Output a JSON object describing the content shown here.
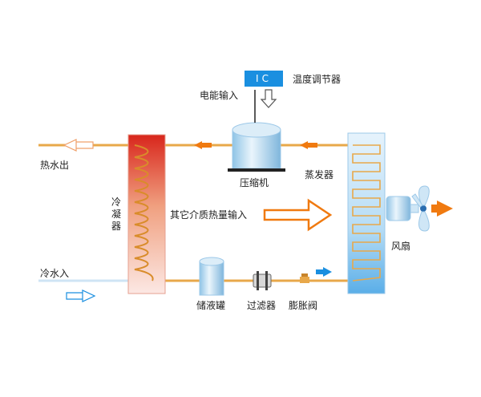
{
  "labels": {
    "ic": "IC",
    "thermostat": "温度调节器",
    "power_input": "电能输入",
    "hot_water_out": "热水出",
    "compressor": "压缩机",
    "evaporator": "蒸发器",
    "condenser": "冷凝器",
    "heat_input": "其它介质热量输入",
    "fan": "风扇",
    "cold_water_in": "冷水入",
    "receiver": "储液罐",
    "filter": "过滤器",
    "expansion_valve": "膨胀阀"
  },
  "colors": {
    "pipe": "#e8a84a",
    "flow_arrow": "#f07a10",
    "cold_arrow": "#1a8fe0",
    "ic_box": "#1a8fe0",
    "condenser_coil": "#d98c2a",
    "evaporator_fill": "#b5dcf5"
  }
}
